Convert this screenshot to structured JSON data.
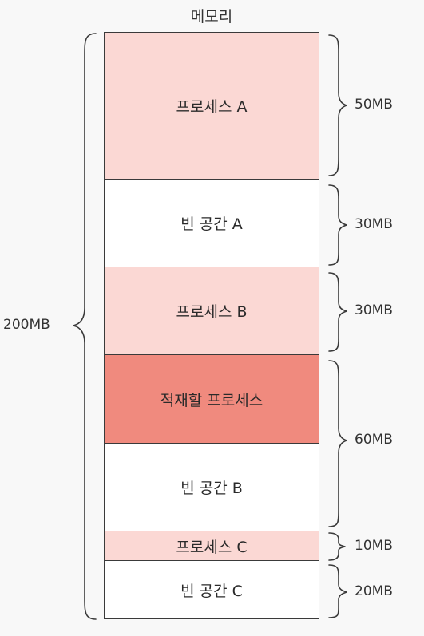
{
  "title": "메모리",
  "total_label": "200MB",
  "blocks": [
    {
      "label": "프로세스 A",
      "type": "process",
      "color": "#fbd8d4"
    },
    {
      "label": "빈 공간 A",
      "type": "free",
      "color": "#ffffff"
    },
    {
      "label": "프로세스 B",
      "type": "process",
      "color": "#fbd8d4"
    },
    {
      "label": "적재할 프로세스",
      "type": "to-load",
      "color": "#f08a7e"
    },
    {
      "label": "빈 공간 B",
      "type": "free",
      "color": "#ffffff"
    },
    {
      "label": "프로세스 C",
      "type": "process",
      "color": "#fbd8d4"
    },
    {
      "label": "빈 공간 C",
      "type": "free",
      "color": "#ffffff"
    }
  ],
  "sizes": [
    "50MB",
    "30MB",
    "30MB",
    "60MB",
    "10MB",
    "20MB"
  ]
}
